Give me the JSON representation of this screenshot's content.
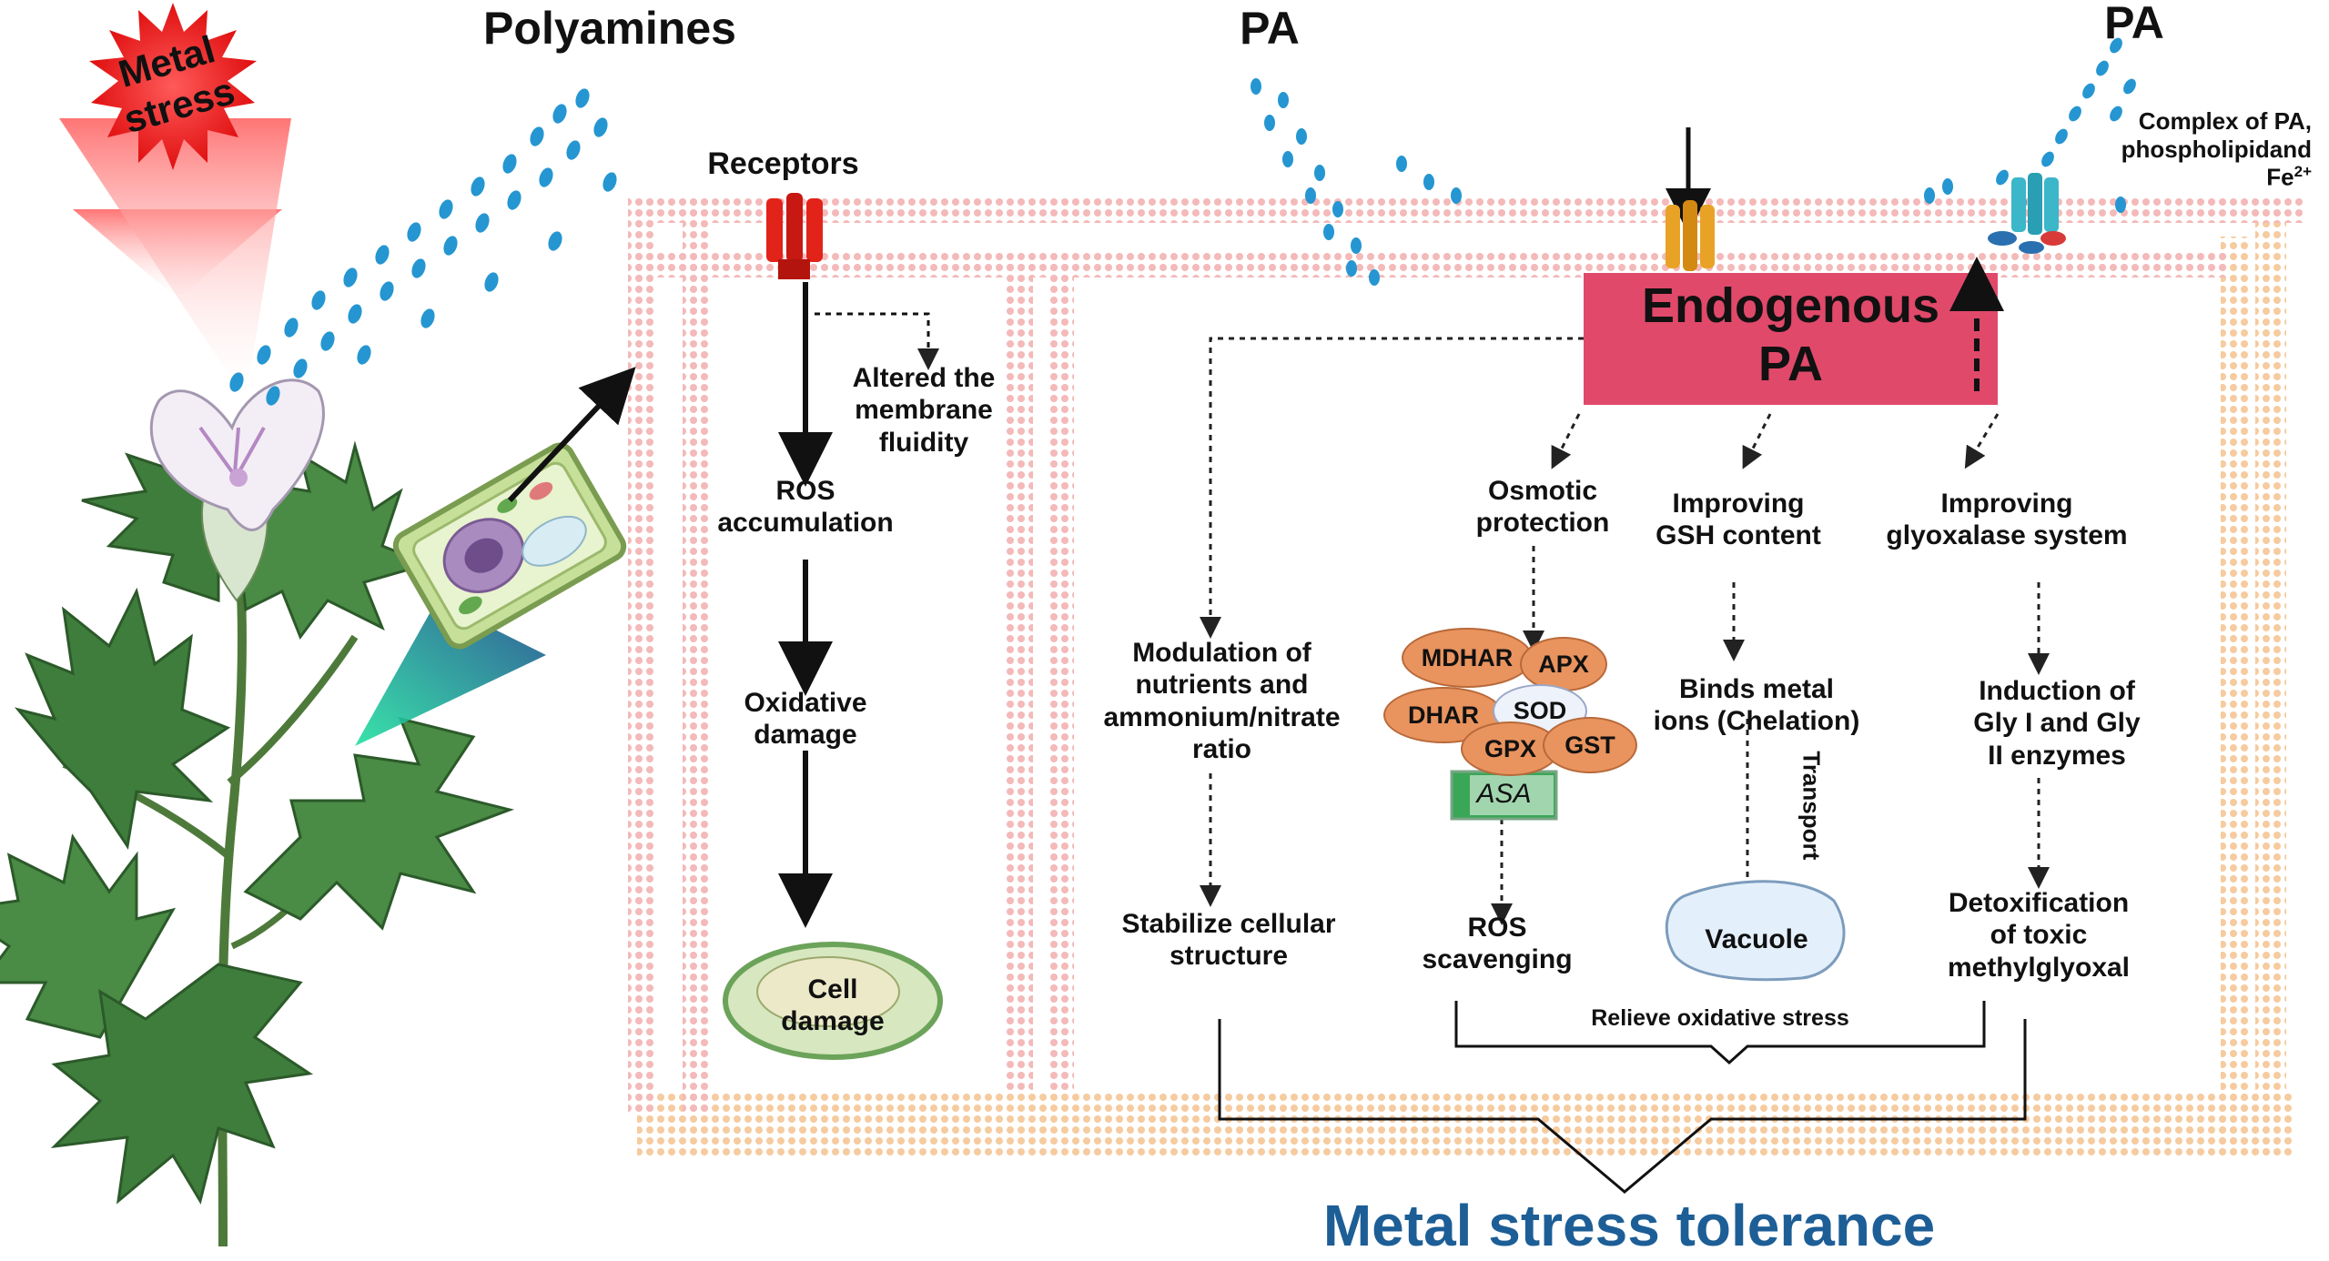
{
  "labels": {
    "metal_stress": "Metal\nstress",
    "polyamines": "Polyamines",
    "pa_left": "PA",
    "pa_right": "PA",
    "complex": "Complex of PA,\nphospholipidand\nFe",
    "complex_sup": "2+",
    "receptors": "Receptors",
    "altered": "Altered the\nmembrane\nfluidity",
    "ros_accum": "ROS\naccumulation",
    "oxidative_damage": "Oxidative\ndamage",
    "cell_damage": "Cell\ndamage",
    "endogenous_pa": "Endogenous\nPA",
    "osmotic": "Osmotic\nprotection",
    "gsh": "Improving\nGSH content",
    "glyoxalase": "Improving\nglyoxalase system",
    "modulation": "Modulation of\nnutrients and\nammonium/nitrate\nratio",
    "binds_metal": "Binds metal\nions (Chelation)",
    "transport": "Transport",
    "induction": "Induction of\nGly I and  Gly\nII enzymes",
    "stabilize": "Stabilize cellular\nstructure",
    "ros_scavenging": "ROS\nscavenging",
    "vacuole": "Vacuole",
    "detox": "Detoxification\nof toxic\nmethylglyoxal",
    "relieve": "Relieve oxidative stress",
    "tolerance": "Metal stress tolerance"
  },
  "enzymes": [
    "MDHAR",
    "APX",
    "DHAR",
    "SOD",
    "GPX",
    "GST",
    "ASA"
  ],
  "colors": {
    "endogenous_box": "#e0496a",
    "tolerance_text": "#1d5e96",
    "membrane_pink": "#f2b5b5",
    "membrane_orange": "#f5c89a",
    "pa_dots": "#2596d1",
    "enzyme_fill": "#e9935e",
    "asa_fill": "#3aa657",
    "receptor_red": "#e2231a",
    "channel_orange": "#e8a326",
    "complex_teal": "#3cb6c9"
  },
  "icons": [
    "metal-stress-burst",
    "datura-plant-icon",
    "plant-cell-icon",
    "receptor-icon",
    "channel-icon",
    "pa-complex-icon",
    "cell-damage-icon",
    "vacuole-icon"
  ]
}
